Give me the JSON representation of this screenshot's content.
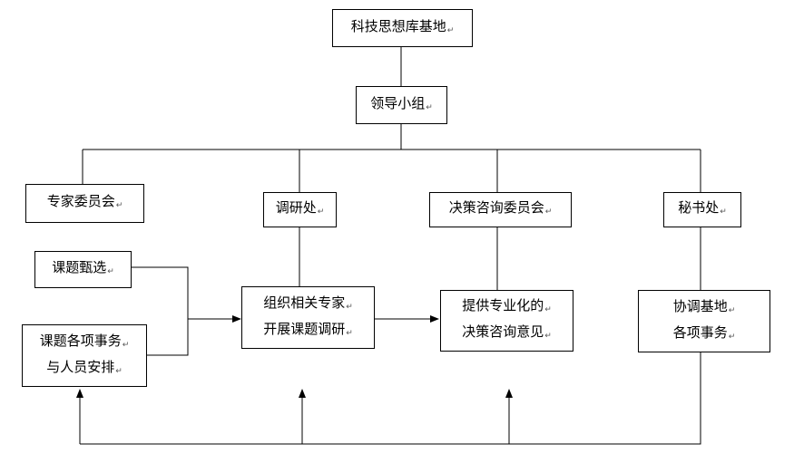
{
  "nodes": {
    "base": {
      "lines": [
        "科技思想库基地"
      ]
    },
    "leadership": {
      "lines": [
        "领导小组"
      ]
    },
    "experts": {
      "lines": [
        "专家委员会"
      ]
    },
    "research_office": {
      "lines": [
        "调研处"
      ]
    },
    "advisory": {
      "lines": [
        "决策咨询委员会"
      ]
    },
    "secretariat": {
      "lines": [
        "秘书处"
      ]
    },
    "topic_selection": {
      "lines": [
        "课题甄选"
      ]
    },
    "topic_affairs": {
      "lines": [
        "课题各项事务",
        "与人员安排"
      ]
    },
    "organize_research": {
      "lines": [
        "组织相关专家",
        "开展课题调研"
      ]
    },
    "provide_advice": {
      "lines": [
        "提供专业化的",
        "决策咨询意见"
      ]
    },
    "coordinate": {
      "lines": [
        "协调基地",
        "各项事务"
      ]
    }
  },
  "colors": {
    "stroke": "#000000",
    "fill": "#ffffff"
  }
}
